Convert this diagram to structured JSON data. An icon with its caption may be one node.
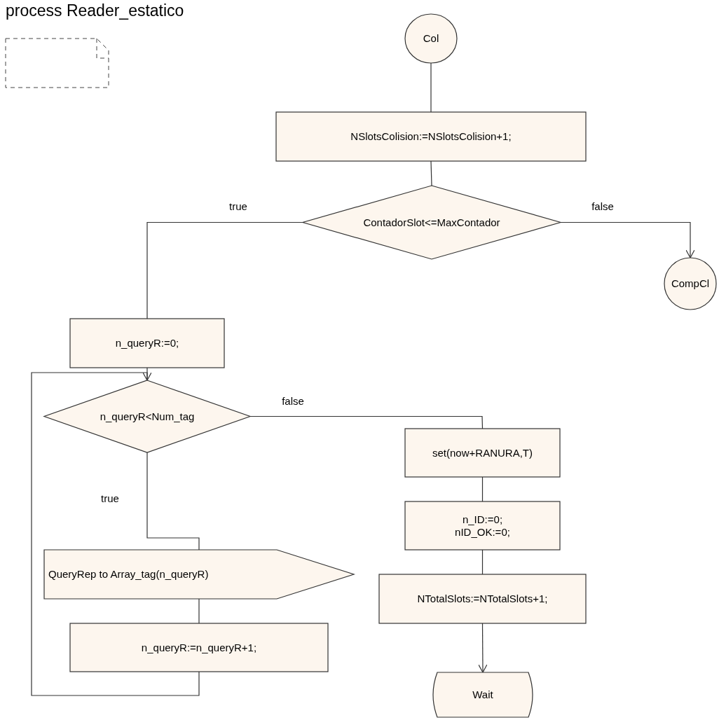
{
  "diagram": {
    "title": "process Reader_estatico",
    "nodes": [
      {
        "text": [
          "Col"
        ]
      },
      {
        "text": [
          "NSlotsColision:=NSlotsColision+1;"
        ]
      },
      {
        "text": [
          "ContadorSlot<=MaxContador"
        ]
      },
      {
        "text": [
          "CompCl"
        ]
      },
      {
        "text": [
          "n_queryR:=0;"
        ]
      },
      {
        "text": [
          "n_queryR<Num_tag"
        ]
      },
      {
        "text": [
          "QueryRep to Array_tag(n_queryR)"
        ]
      },
      {
        "text": [
          "n_queryR:=n_queryR+1;"
        ]
      },
      {
        "text": [
          "set(now+RANURA,T)"
        ]
      },
      {
        "text": [
          "n_ID:=0; nID_OK:=0;"
        ]
      },
      {
        "text": [
          "NTotalSlots:=NTotalSlots+1;"
        ]
      },
      {
        "text": [
          "Wait"
        ]
      }
    ],
    "edges": [
      {
        "from": 0,
        "to": 1,
        "arrow": "none"
      },
      {
        "from": 1,
        "to": 2,
        "arrow": "none"
      },
      {
        "from": 2,
        "to": 3,
        "arrow": "to",
        "label": "false"
      },
      {
        "from": 2,
        "to": 4,
        "arrow": "none",
        "label": "true"
      },
      {
        "from": 4,
        "to": 5,
        "arrow": "none"
      },
      {
        "from": 5,
        "to": 6,
        "arrow": "none",
        "label": "true"
      },
      {
        "from": 5,
        "to": 8,
        "arrow": "none",
        "label": "false"
      },
      {
        "from": 6,
        "to": 7,
        "arrow": "none"
      },
      {
        "from": 7,
        "to": 5,
        "arrow": "to"
      },
      {
        "from": 8,
        "to": 9,
        "arrow": "none"
      },
      {
        "from": 9,
        "to": 10,
        "arrow": "none"
      },
      {
        "from": 10,
        "to": 11,
        "arrow": "to"
      }
    ]
  }
}
